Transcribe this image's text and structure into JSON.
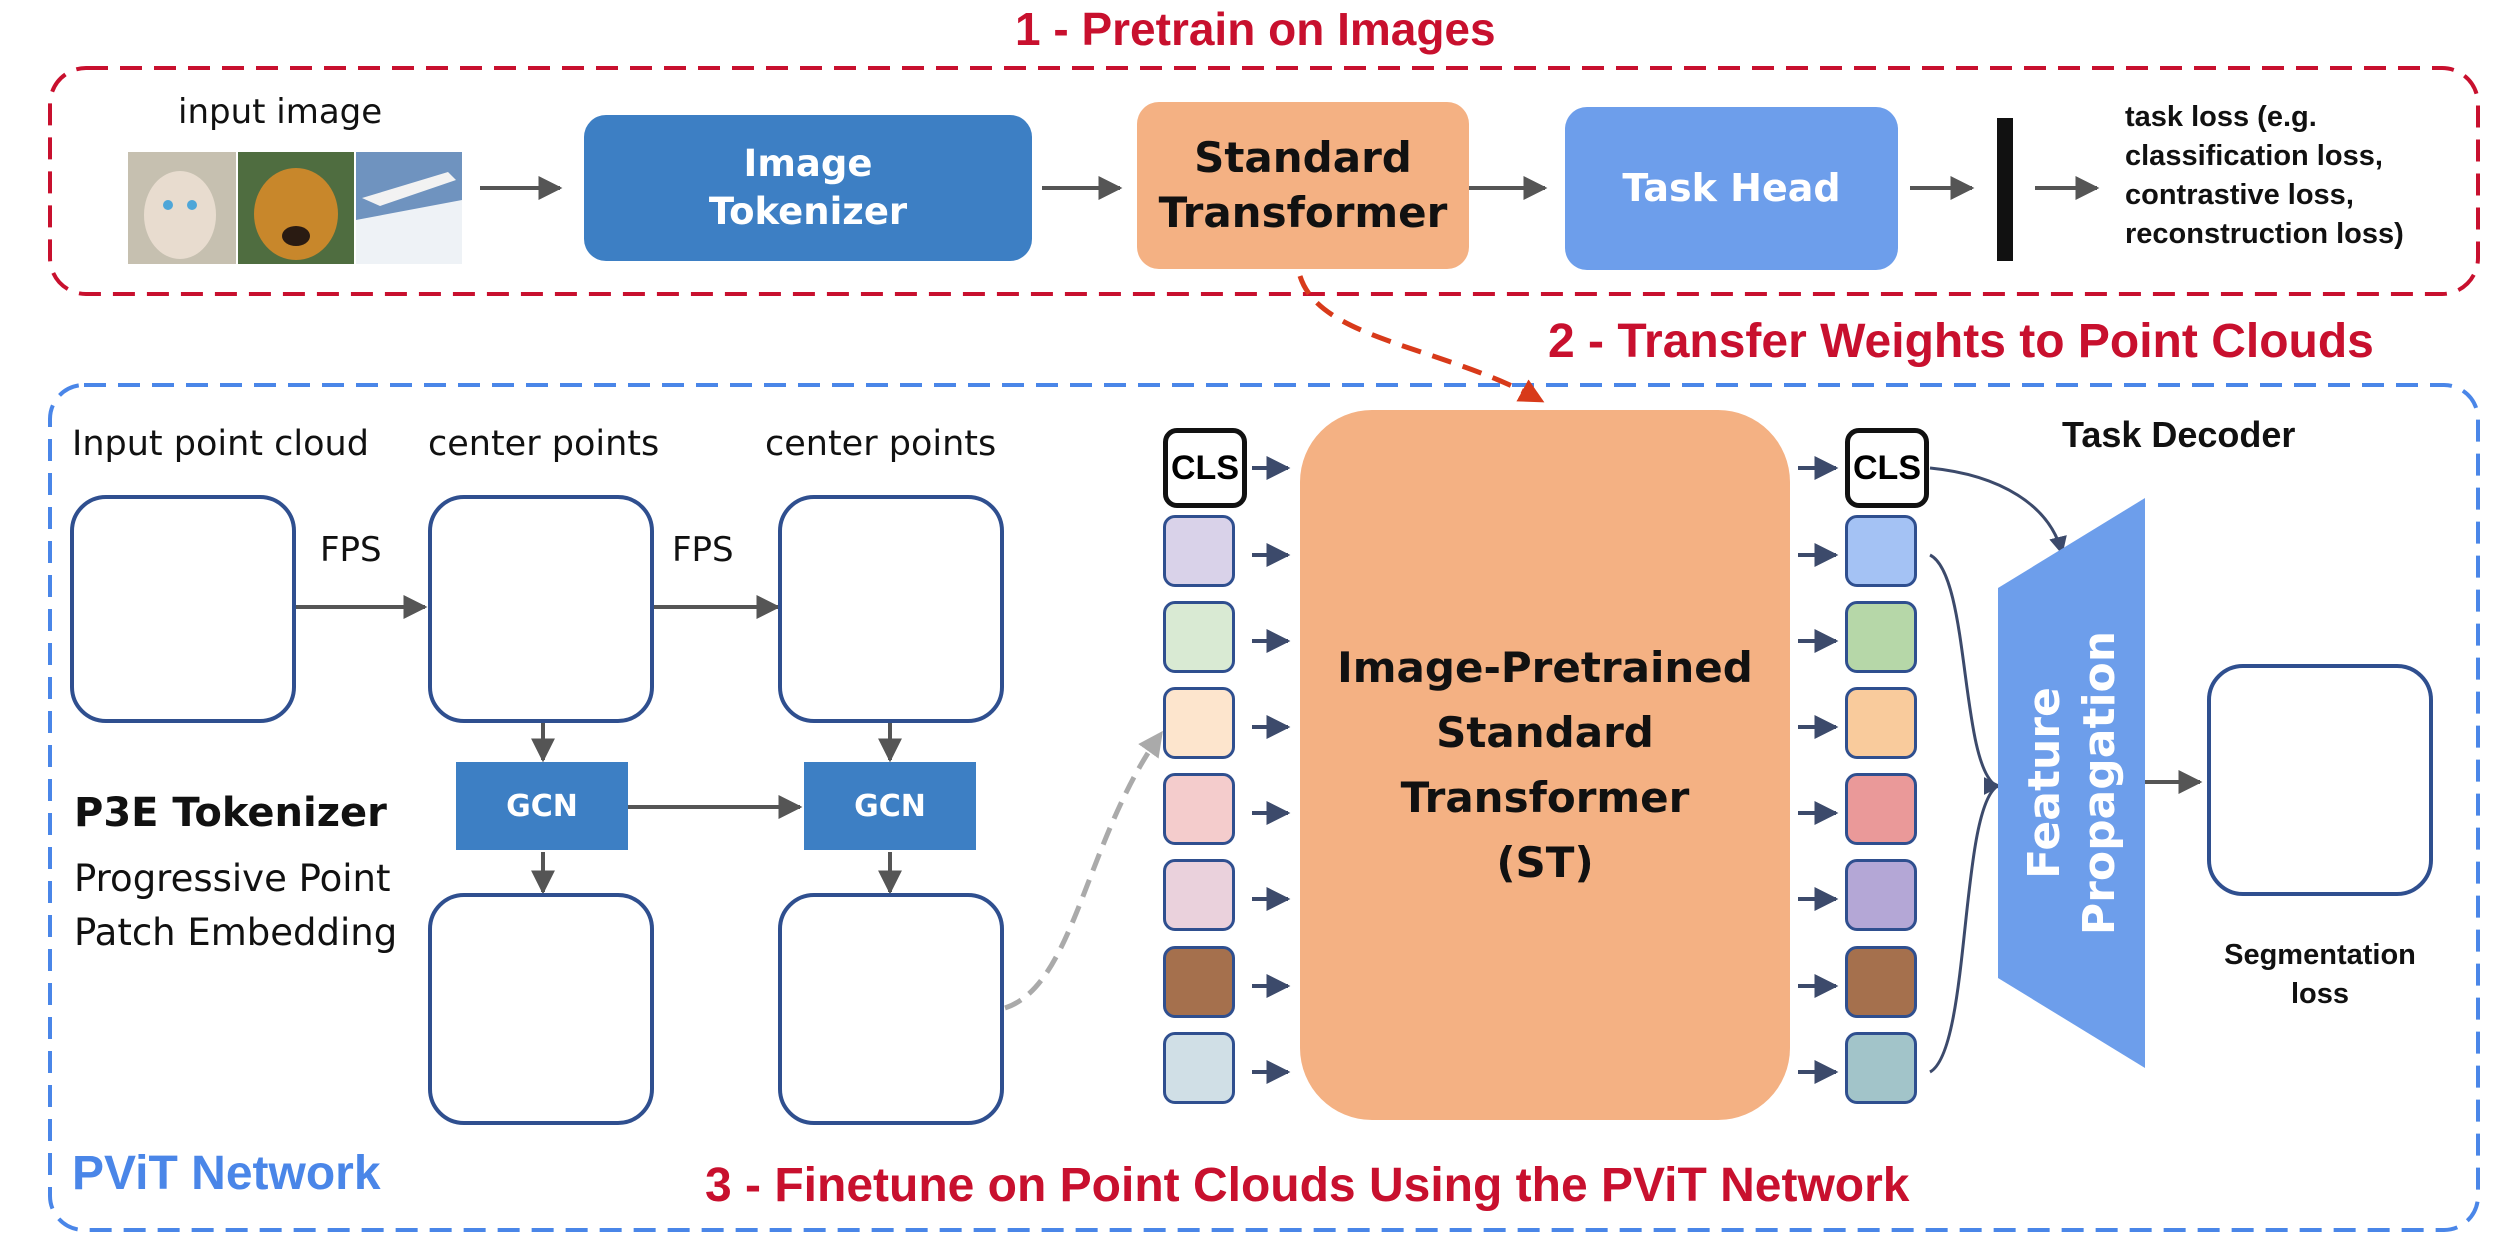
{
  "pretrain": {
    "title": "1 - Pretrain on Images",
    "input_label": "input image",
    "image_tokenizer": "Image\nTokenizer",
    "standard_transformer": "Standard\nTransformer",
    "task_head": "Task Head",
    "task_loss": "task loss (e.g.\nclassification loss,\ncontrastive loss,\nreconstruction loss)"
  },
  "transfer": {
    "title": "2 - Transfer Weights to Point Clouds"
  },
  "finetune": {
    "title": "3 - Finetune on Point Clouds Using the PViT Network",
    "network_label": "PViT Network",
    "input_point_cloud": "Input point cloud",
    "center_points_1": "center points",
    "center_points_2": "center points",
    "fps_1": "FPS",
    "fps_2": "FPS",
    "gcn_1": "GCN",
    "gcn_2": "GCN",
    "tokenizer_title": "P3E Tokenizer",
    "tokenizer_desc": "Progressive Point\nPatch Embedding",
    "cls_in": "CLS",
    "cls_out": "CLS",
    "st": "Image-Pretrained\nStandard\nTransformer\n(ST)",
    "task_decoder": "Task Decoder",
    "feature_propagation": "Feature\nPropagation",
    "seg_loss": "Segmentation\nloss"
  },
  "colors": {
    "red_accent": "#c8102e",
    "blue_accent": "#4a86e8",
    "tokenizer_blue": "#3d7fc4",
    "transformer_orange": "#f4b183",
    "task_head_blue": "#6d9eeb",
    "frame_navy": "#2f4f8f",
    "input_tokens": [
      "#d9d2e9",
      "#d9ead3",
      "#fde5cd",
      "#f4cccc",
      "#ead1dc",
      "#a5704d",
      "#d0dfe6"
    ],
    "output_tokens": [
      "#a4c2f4",
      "#b6d7a8",
      "#f9cb9c",
      "#ea9999",
      "#b4a7d6",
      "#a5704d",
      "#a2c4c9"
    ]
  }
}
